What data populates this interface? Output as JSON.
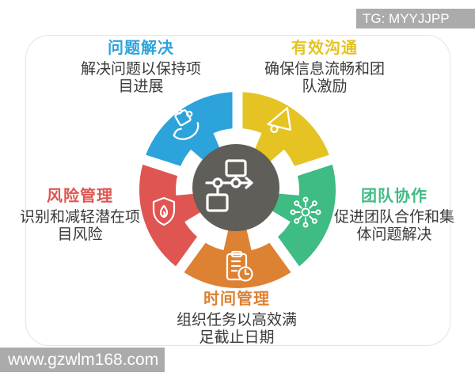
{
  "watermarks": {
    "top_right": "TG: MYYJJPP",
    "bottom_left": "www.gzwlm168.com"
  },
  "colors": {
    "center_circle": "#605E59",
    "body_text": "#3A3A3A",
    "watermark_bg": "#ABABAB",
    "watermark_text": "#FFFFFF",
    "background": "#FFFFFF"
  },
  "center_icon": "flowchart-icon",
  "segments": [
    {
      "key": "problem-solving",
      "title": "问题解决",
      "description": "解决问题以保持项目进展",
      "lines": [
        "解决问题以保持项",
        "目进展"
      ],
      "color": "#2CA3DB",
      "icon": "hand-puzzle-icon"
    },
    {
      "key": "effective-communication",
      "title": "有效沟通",
      "description": "确保信息流畅和团队激励",
      "lines": [
        "确保信息流畅和团",
        "队激励"
      ],
      "color": "#E4C322",
      "icon": "megaphone-icon"
    },
    {
      "key": "team-collaboration",
      "title": "团队协作",
      "description": "促进团队合作和集体问题解决",
      "lines": [
        "促进团队合作和集",
        "体问题解决"
      ],
      "color": "#3FBB84",
      "icon": "network-icon"
    },
    {
      "key": "time-management",
      "title": "时间管理",
      "description": "组织任务以高效满足截止日期",
      "lines": [
        "组织任务以高效满",
        "足截止日期"
      ],
      "color": "#DD8133",
      "icon": "clipboard-clock-icon"
    },
    {
      "key": "risk-management",
      "title": "风险管理",
      "description": "识别和减轻潜在项目风险",
      "lines": [
        "识别和减轻潜在项",
        "目风险"
      ],
      "color": "#DF5551",
      "icon": "shield-flame-icon"
    }
  ]
}
